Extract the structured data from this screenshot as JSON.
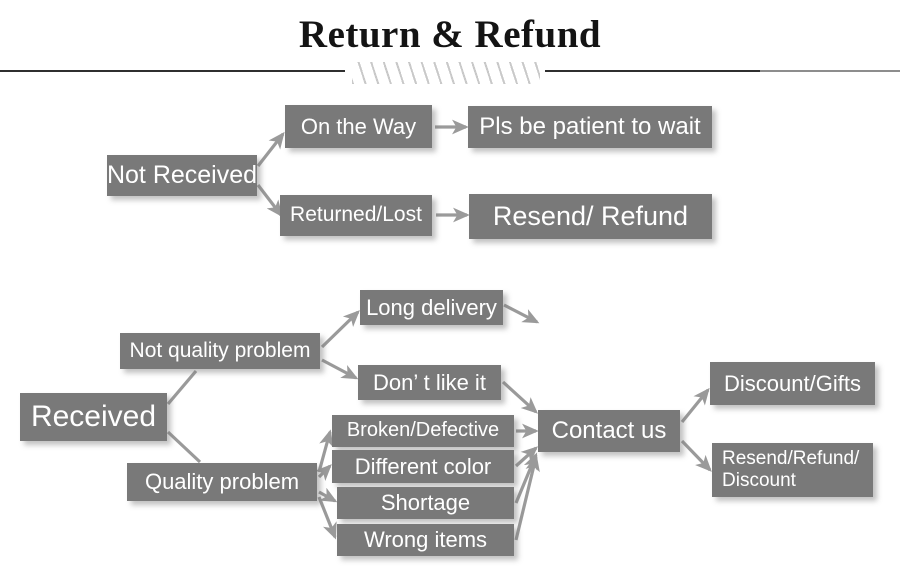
{
  "header": {
    "title": "Return & Refund",
    "divider_icon": "hatch-divider"
  },
  "colors": {
    "box_fill": "#797979",
    "box_text": "#ffffff",
    "arrow": "#9a9a9a",
    "title_text": "#141414",
    "rule": "#2f2f2f",
    "hatch": "#c9c9c9",
    "page_background": "#ffffff"
  },
  "flow": {
    "not_received": {
      "label": "Not Received",
      "branches": [
        {
          "label": "On the Way",
          "outcome": "Pls be patient to wait"
        },
        {
          "label": "Returned/Lost",
          "outcome": "Resend/ Refund"
        }
      ]
    },
    "received": {
      "label": "Received",
      "categories": [
        {
          "label": "Not quality problem",
          "reasons": [
            "Long delivery",
            "Don’  t like it"
          ]
        },
        {
          "label": "Quality problem",
          "reasons": [
            "Broken/Defective",
            "Different color",
            "Shortage",
            "Wrong items"
          ]
        }
      ],
      "action": "Contact us",
      "resolutions": [
        "Discount/Gifts",
        "Resend/Refund/\nDiscount"
      ]
    }
  },
  "nodes": {
    "not_received": "Not Received",
    "on_the_way": "On the Way",
    "returned_lost": "Returned/Lost",
    "pls_wait": "Pls be patient to wait",
    "resend_refund": "Resend/ Refund",
    "received": "Received",
    "not_quality_problem": "Not quality problem",
    "quality_problem": "Quality problem",
    "long_delivery": "Long delivery",
    "dont_like_it": "Don’  t like it",
    "broken_defective": "Broken/Defective",
    "different_color": "Different color",
    "shortage": "Shortage",
    "wrong_items": "Wrong items",
    "contact_us": "Contact us",
    "discount_gifts": "Discount/Gifts",
    "resend_refund_discount_line1": "Resend/Refund/",
    "resend_refund_discount_line2": "Discount"
  }
}
